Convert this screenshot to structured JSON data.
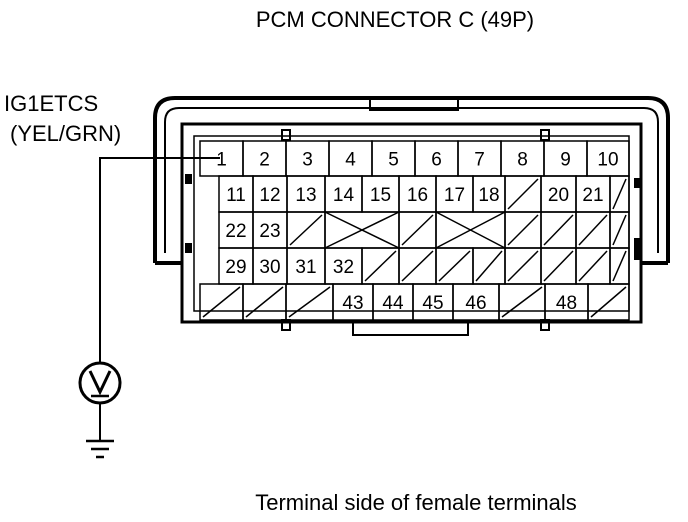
{
  "title": "PCM CONNECTOR C (49P)",
  "signal": {
    "name": "IG1ETCS",
    "wire": "(YEL/GRN)"
  },
  "caption": "Terminal side of female terminals",
  "terminals": {
    "row1": [
      "1",
      "2",
      "3",
      "4",
      "5",
      "6",
      "7",
      "8",
      "9",
      "10"
    ],
    "row2": [
      "11",
      "12",
      "13",
      "14",
      "15",
      "16",
      "17",
      "18",
      "",
      "20",
      "21",
      ""
    ],
    "row3": [
      "22",
      "23"
    ],
    "row4": [
      "29",
      "30",
      "31",
      "32"
    ],
    "row5": [
      "",
      "",
      "",
      "43",
      "44",
      "45",
      "46",
      "",
      "48",
      ""
    ]
  },
  "meter": {
    "icon": "voltmeter-icon",
    "probe_terminal": "1"
  },
  "ground": {
    "icon": "ground-icon"
  }
}
